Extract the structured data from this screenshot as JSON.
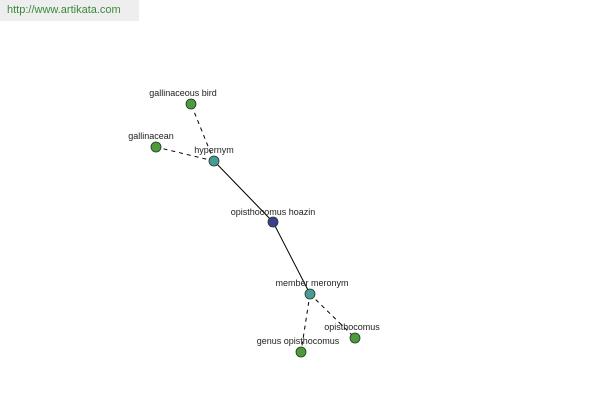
{
  "site_url": "http://www.artikata.com",
  "colors": {
    "background": "#ffffff",
    "url_bar_bg": "#eeeeee",
    "url_text": "#3a8a3a",
    "edge": "#000000",
    "center_node": "#3b3f8f",
    "relation_node": "#4a9a98",
    "leaf_node": "#4e9a3e",
    "node_stroke": "#1e3a1e"
  },
  "graph": {
    "nodes": [
      {
        "id": "center",
        "label": "opisthocomus hoazin",
        "kind": "center"
      },
      {
        "id": "hypernym",
        "label": "hypernym",
        "kind": "relation"
      },
      {
        "id": "member_meronym",
        "label": "member meronym",
        "kind": "relation"
      },
      {
        "id": "gallinaceous_bird",
        "label": "gallinaceous bird",
        "kind": "leaf"
      },
      {
        "id": "gallinacean",
        "label": "gallinacean",
        "kind": "leaf"
      },
      {
        "id": "genus_opisthocomus",
        "label": "genus opisthocomus",
        "kind": "leaf"
      },
      {
        "id": "opisthocomus",
        "label": "opisthocomus",
        "kind": "leaf"
      }
    ],
    "edges": [
      {
        "from": "center",
        "to": "hypernym",
        "style": "solid"
      },
      {
        "from": "center",
        "to": "member_meronym",
        "style": "solid"
      },
      {
        "from": "hypernym",
        "to": "gallinaceous_bird",
        "style": "dashed"
      },
      {
        "from": "hypernym",
        "to": "gallinacean",
        "style": "dashed"
      },
      {
        "from": "member_meronym",
        "to": "genus_opisthocomus",
        "style": "dashed"
      },
      {
        "from": "member_meronym",
        "to": "opisthocomus",
        "style": "dashed"
      }
    ]
  }
}
